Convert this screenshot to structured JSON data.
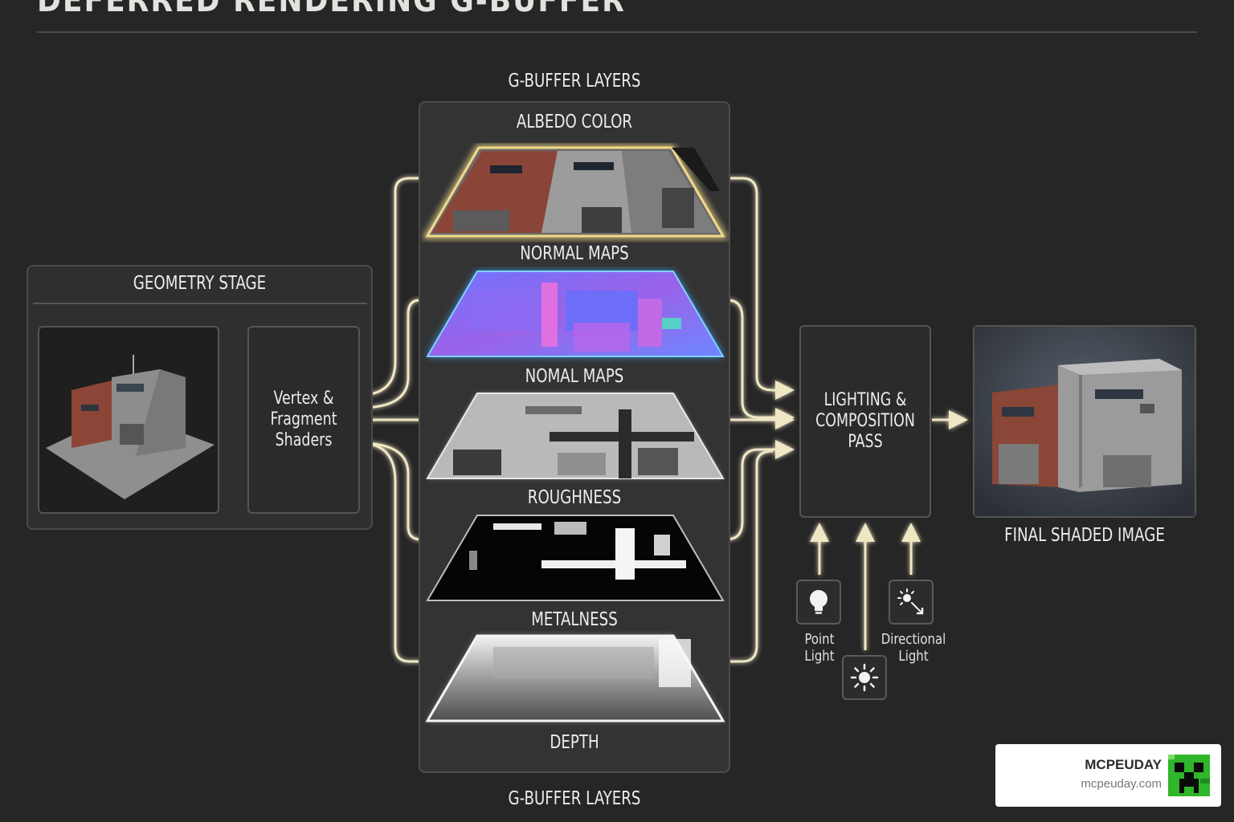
{
  "title": "DEFERRED RENDERING G-BUFFER",
  "gbuffer": {
    "top_label": "G-BUFFER LAYERS",
    "bottom_label": "G-BUFFER LAYERS",
    "layers": [
      {
        "label": "ALBEDO COLOR"
      },
      {
        "label": "NORMAL MAPS"
      },
      {
        "label": "NOMAL MAPS"
      },
      {
        "label": "ROUGHNESS"
      },
      {
        "label": "METALNESS"
      },
      {
        "label": "DEPTH"
      }
    ]
  },
  "geometry": {
    "title": "GEOMETRY STAGE",
    "shader_label": "Vertex & Fragment Shaders"
  },
  "lighting": {
    "label": "LIGHTING & COMPOSITION PASS",
    "lights": [
      {
        "label": "Point Light",
        "icon": "bulb-icon"
      },
      {
        "label": "",
        "icon": "sun-icon"
      },
      {
        "label": "Directional Light",
        "icon": "directional-light-icon"
      }
    ]
  },
  "final": {
    "label": "FINAL SHADED IMAGE"
  },
  "watermark": {
    "name": "MCPEUDAY",
    "url": "mcpeuday.com"
  },
  "colors": {
    "background": "#262626",
    "arrow": "#efe6c4",
    "albedo_glow": "#f1d98a",
    "normal_glow": "#5bb8ff"
  }
}
